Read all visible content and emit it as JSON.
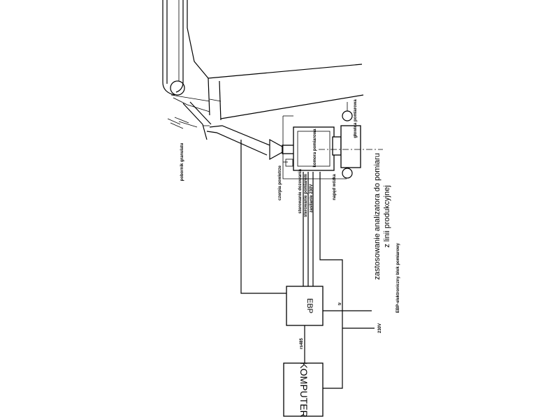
{
  "caption": {
    "line1": "zastosowanie analizatora do pomiaru",
    "line2": "z linii produkcyjnej",
    "legend": "EBP-elektroniczny blok pomiarowy"
  },
  "blocks": {
    "ebp": "EBP",
    "computer": "KOMPUTER"
  },
  "labels": {
    "sampler": "pobornik granulatu",
    "air_filter": "czerpia powietrze",
    "control_dosing": "sterowanie dozowania",
    "control_measure": "sterowanie pomiarem",
    "power": "zasilanie 230V",
    "measure_chamber": "komora pomiarowa",
    "measure_head": "głowica pomiarowa",
    "motor": "napęd wózka",
    "power_out": "230V",
    "rs485": "rs485",
    "link": "tr"
  }
}
